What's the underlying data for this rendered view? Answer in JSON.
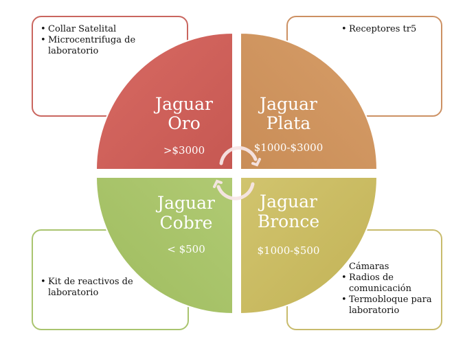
{
  "colors": {
    "oro": "#cf615b",
    "plata": "#cf955f",
    "cobre": "#a9c46a",
    "bronce": "#cbbd63",
    "oro_border": "#c9655e",
    "plata_border": "#cc9062",
    "cobre_border": "#a9c46e",
    "bronce_border": "#c8bb6c"
  },
  "quadrants": {
    "oro": {
      "title_1": "Jaguar",
      "title_2": "Oro",
      "price": ">$3000"
    },
    "plata": {
      "title_1": "Jaguar",
      "title_2": "Plata",
      "price": "$1000-$3000"
    },
    "cobre": {
      "title_1": "Jaguar",
      "title_2": "Cobre",
      "price": "< $500"
    },
    "bronce": {
      "title_1": "Jaguar",
      "title_2": "Bronce",
      "price": "$1000-$500"
    }
  },
  "boxes": {
    "oro": {
      "items": [
        "Collar Satelital",
        "Microcentrifuga de laboratorio"
      ]
    },
    "plata": {
      "items": [
        "Receptores tr5"
      ]
    },
    "cobre": {
      "items": [
        "Kit de reactivos de laboratorio"
      ]
    },
    "bronce": {
      "heading": "Cámaras",
      "items": [
        "Radios de comunicación",
        "Termobloque para laboratorio"
      ]
    }
  },
  "icons": {
    "center": "circular-arrows-icon"
  }
}
